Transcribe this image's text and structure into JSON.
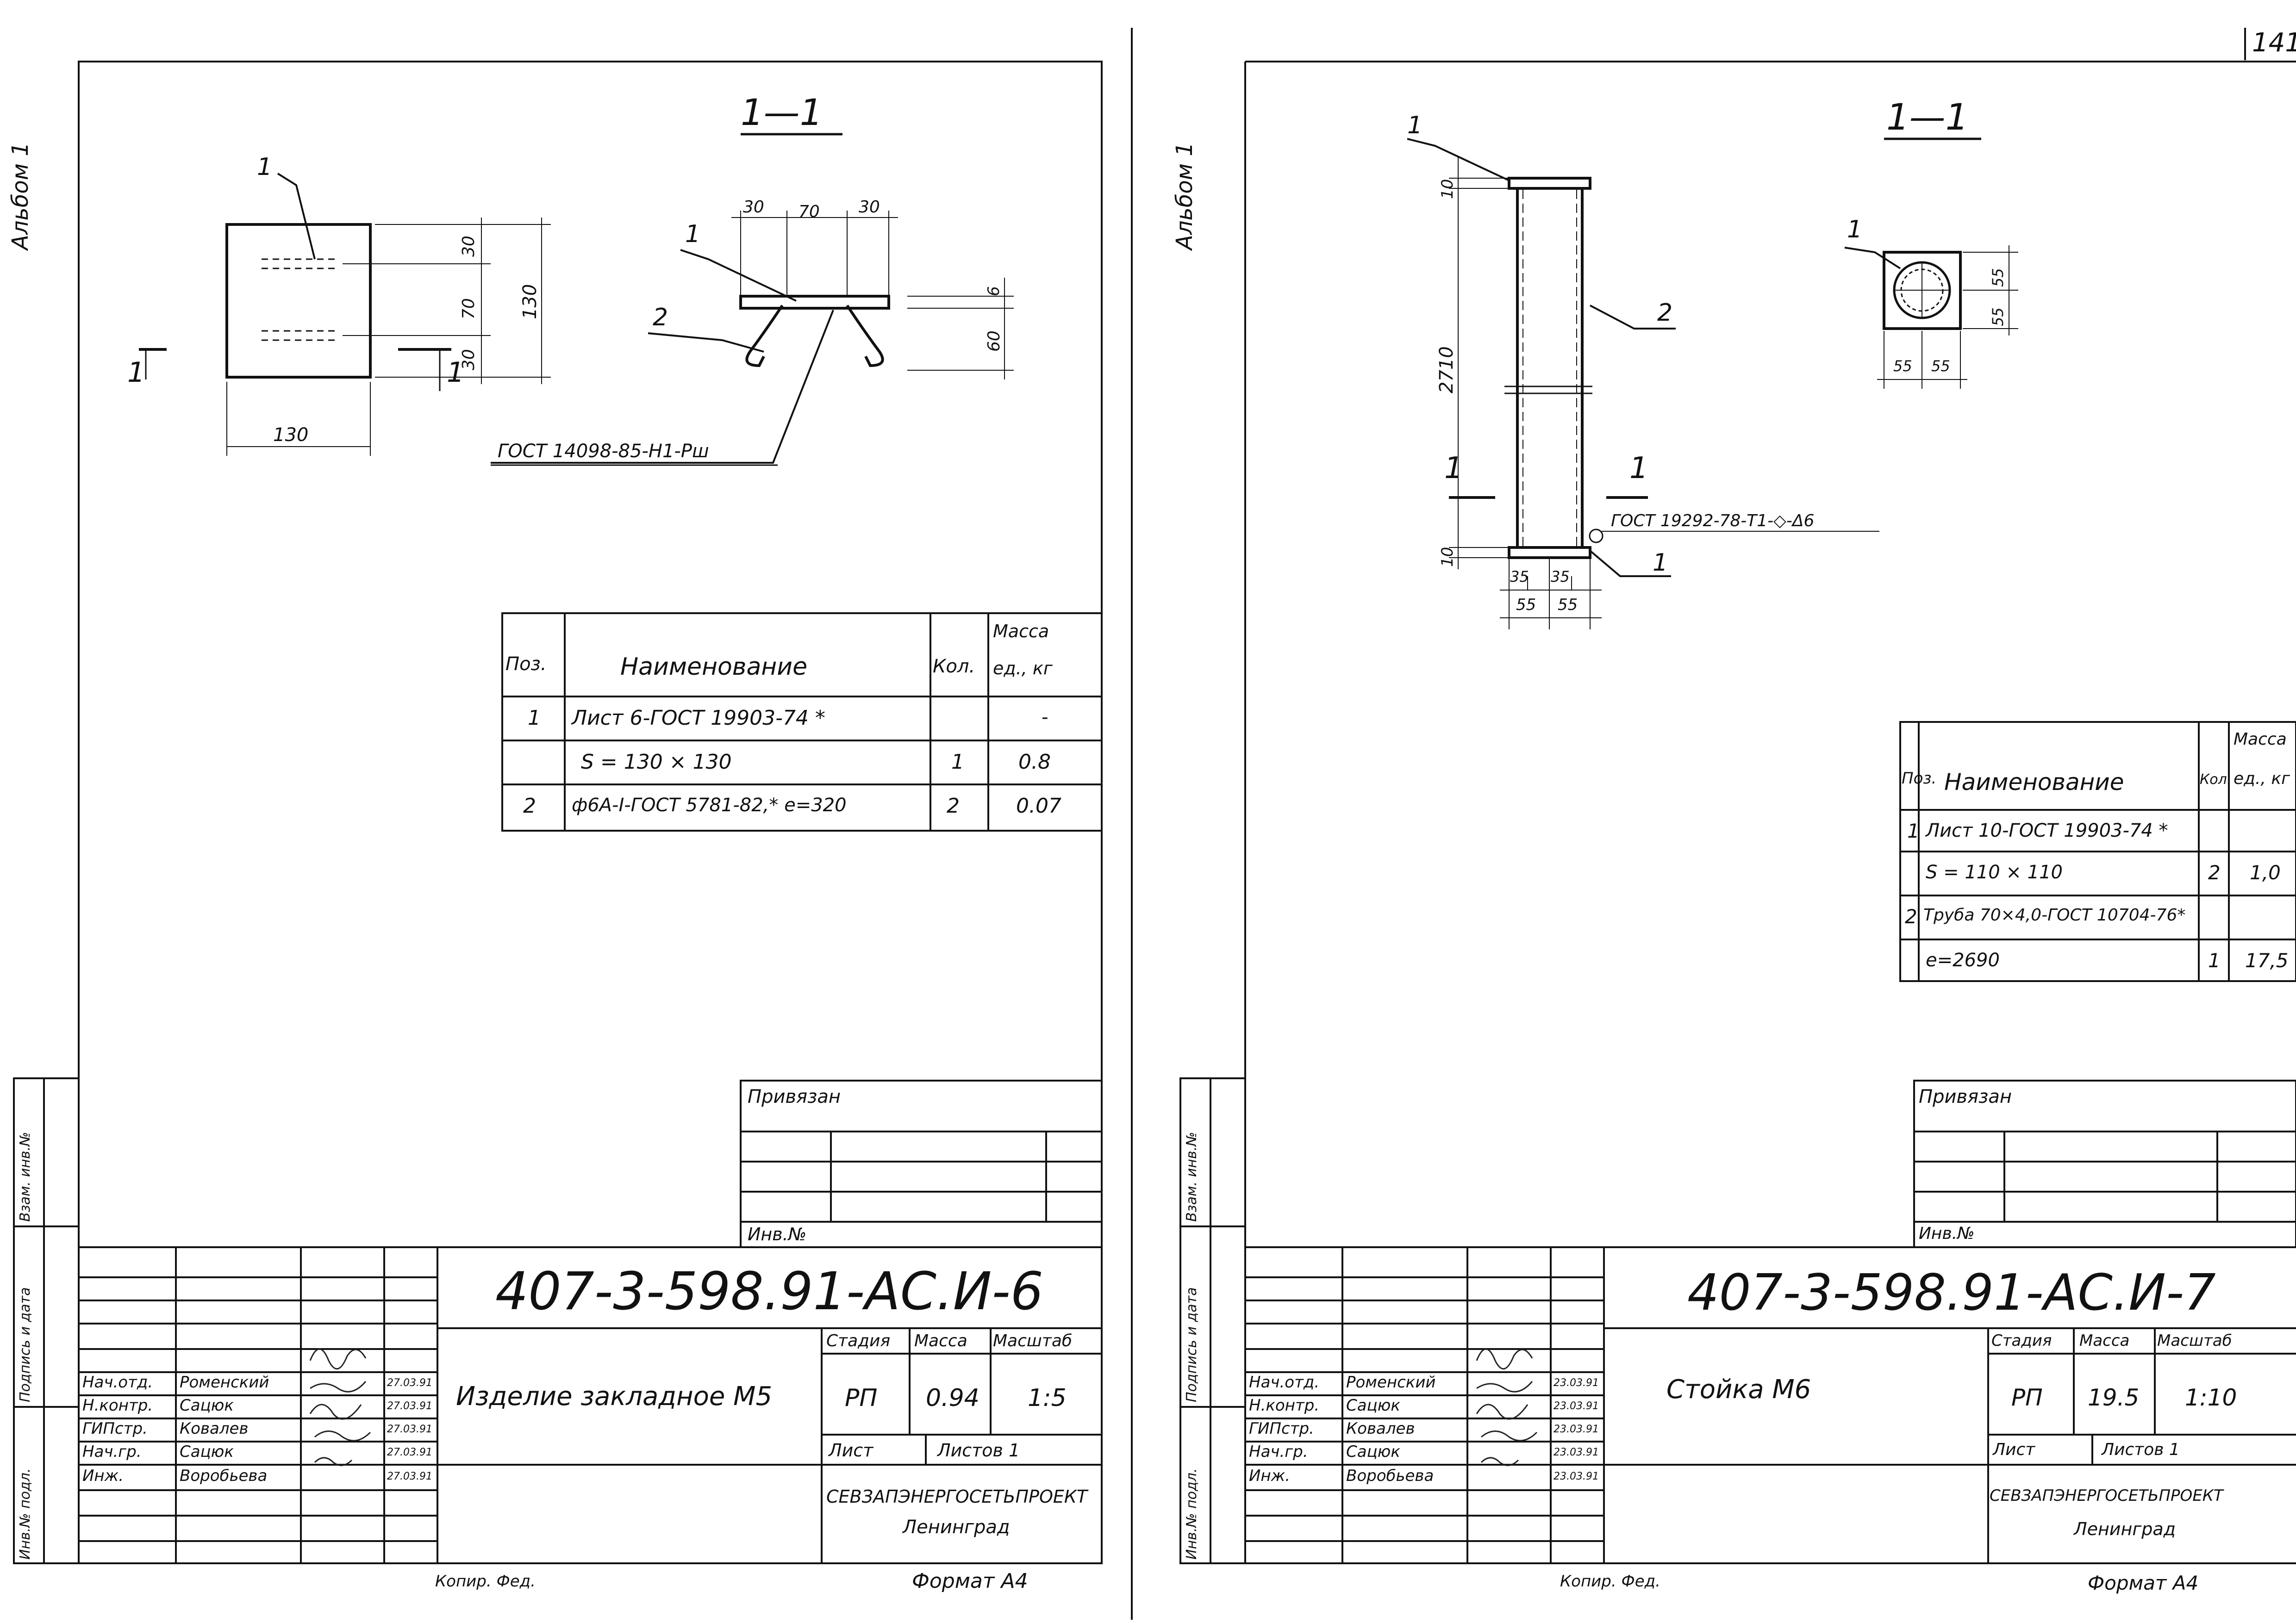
{
  "page_number": "141",
  "left": {
    "album": "Альбом 1",
    "section": "1—1",
    "dims": {
      "top_30a": "30",
      "top_70": "70",
      "top_30b": "30",
      "side_30a": "30",
      "side_70": "70",
      "side_30b": "30",
      "side_130": "130",
      "bottom_130": "130",
      "thick_6": "6",
      "height_60": "60"
    },
    "section_marks": [
      "1",
      "1"
    ],
    "pos_callouts": [
      "1",
      "1",
      "2"
    ],
    "gost_note": "ГОСТ 14098-85-Н1-Рш",
    "spec": {
      "headers": {
        "pos": "Поз.",
        "name": "Наименование",
        "qty": "Кол.",
        "mass_top": "Масса",
        "mass_bottom": "ед., кг"
      },
      "rows": [
        {
          "pos": "1",
          "name": "Лист 6-ГОСТ 19903-74 *",
          "qty": "",
          "mass": "-"
        },
        {
          "pos": "",
          "name": "S = 130 × 130",
          "qty": "1",
          "mass": "0.8"
        },
        {
          "pos": "2",
          "name": "ф6А-I-ГОСТ 5781-82,* е=320",
          "qty": "2",
          "mass": "0.07"
        }
      ]
    },
    "privyazan": "Привязан",
    "inv_no": "Инв.№",
    "code": "407-3-598.91-АС.И-6",
    "title": "Изделие закладное М5",
    "stage_label": "Стадия",
    "mass_label": "Масса",
    "scale_label": "Масштаб",
    "stage": "РП",
    "mass": "0.94",
    "scale": "1:5",
    "sheet_label": "Лист",
    "sheets_label": "Листов 1",
    "org": "СЕВЗАПЭНЕРГОСЕТЬПРОЕКТ",
    "city": "Ленинград",
    "staff": [
      {
        "role": "Нач.отд.",
        "name": "Роменский",
        "date": "27.03.91"
      },
      {
        "role": "Н.контр.",
        "name": "Сацюк",
        "date": "27.03.91"
      },
      {
        "role": "ГИПстр.",
        "name": "Ковалев",
        "date": "27.03.91"
      },
      {
        "role": "Нач.гр.",
        "name": "Сацюк",
        "date": "27.03.91"
      },
      {
        "role": "Инж.",
        "name": "Воробьева",
        "date": "27.03.91"
      }
    ],
    "side_labels": [
      "Взам. инв.№",
      "Подпись и дата",
      "Инв.№ подл."
    ],
    "copied": "Копир. Фед.",
    "format": "Формат А4"
  },
  "right": {
    "album": "Альбом 1",
    "section": "1—1",
    "dims": {
      "top_10": "10",
      "total_2710": "2710",
      "bottom_10": "10",
      "b35a": "35",
      "b35b": "35",
      "b55a": "55",
      "b55b": "55",
      "s55a": "55",
      "s55b": "55",
      "s55c": "55",
      "s55d": "55"
    },
    "section_marks": [
      "1",
      "1"
    ],
    "pos_callouts": [
      "1",
      "2",
      "1",
      "1"
    ],
    "weld_note": "ГОСТ 19292-78-Т1-◇-Δ6",
    "spec": {
      "headers": {
        "pos": "Поз.",
        "name": "Наименование",
        "qty": "Кол.",
        "mass_top": "Масса",
        "mass_bottom": "ед., кг"
      },
      "rows": [
        {
          "pos": "1",
          "name": "Лист 10-ГОСТ 19903-74 *",
          "qty": "",
          "mass": ""
        },
        {
          "pos": "",
          "name": "S = 110 × 110",
          "qty": "2",
          "mass": "1,0"
        },
        {
          "pos": "2",
          "name": "Труба 70×4,0-ГОСТ 10704-76*",
          "qty": "",
          "mass": ""
        },
        {
          "pos": "",
          "name": "е=2690",
          "qty": "1",
          "mass": "17,5"
        }
      ]
    },
    "privyazan": "Привязан",
    "inv_no": "Инв.№",
    "code": "407-3-598.91-АС.И-7",
    "title": "Стойка М6",
    "stage_label": "Стадия",
    "mass_label": "Масса",
    "scale_label": "Масштаб",
    "stage": "РП",
    "mass": "19.5",
    "scale": "1:10",
    "sheet_label": "Лист",
    "sheets_label": "Листов 1",
    "org": "СЕВЗАПЭНЕРГОСЕТЬПРОЕКТ",
    "city": "Ленинград",
    "staff": [
      {
        "role": "Нач.отд.",
        "name": "Роменский",
        "date": "23.03.91"
      },
      {
        "role": "Н.контр.",
        "name": "Сацюк",
        "date": "23.03.91"
      },
      {
        "role": "ГИПстр.",
        "name": "Ковалев",
        "date": "23.03.91"
      },
      {
        "role": "Нач.гр.",
        "name": "Сацюк",
        "date": "23.03.91"
      },
      {
        "role": "Инж.",
        "name": "Воробьева",
        "date": "23.03.91"
      }
    ],
    "side_labels": [
      "Взам. инв.№",
      "Подпись и дата",
      "Инв.№ подл."
    ],
    "copied": "Копир. Фед.",
    "format": "Формат А4"
  }
}
